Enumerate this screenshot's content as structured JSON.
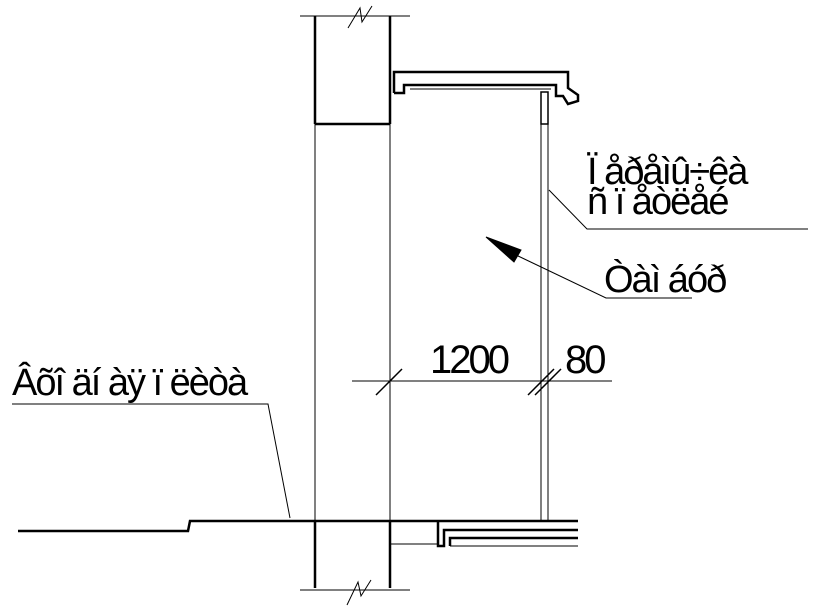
{
  "labels": {
    "lintel_line1": "Ï åðåìû÷êà",
    "lintel_line2": "ñ ï åòëåé",
    "room": "Òàì áóð",
    "exterior_wall": "Âõî äí àÿ ï ëèòà"
  },
  "dimensions": {
    "width": "1200",
    "thickness": "80"
  },
  "colors": {
    "line": "#000000",
    "background": "#ffffff"
  }
}
